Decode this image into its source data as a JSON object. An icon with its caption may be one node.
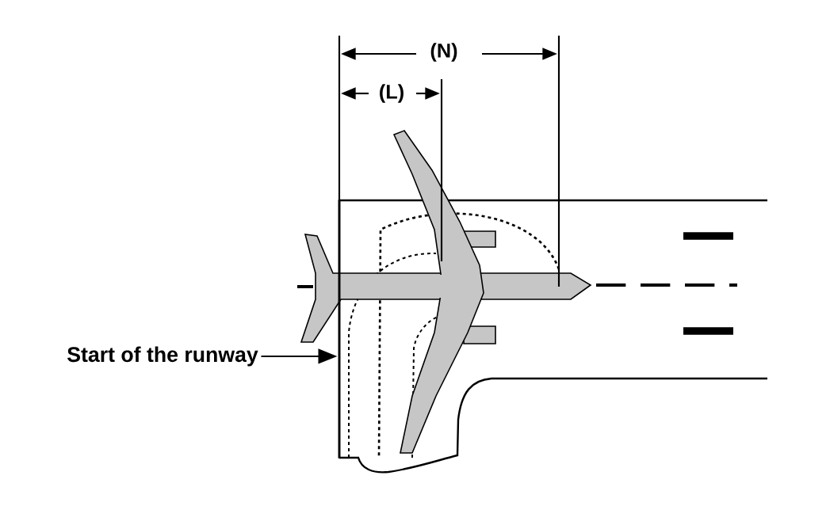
{
  "diagram": {
    "nodes": [
      {
        "text": [
          "Start of the runway"
        ]
      },
      {
        "text": [],
        "shape": "bar"
      }
    ],
    "edges": [
      {
        "from": 0,
        "to": 1,
        "arrow": "to"
      }
    ],
    "labels": [
      "(N)",
      "(L)"
    ]
  }
}
